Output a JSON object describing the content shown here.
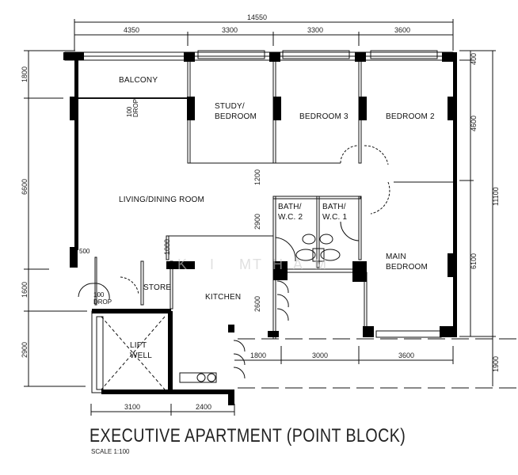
{
  "title": "EXECUTIVE APARTMENT  (POINT BLOCK)",
  "scale": "SCALE 1:100",
  "watermark": [
    "K",
    "I",
    "M",
    "T",
    "H",
    "A",
    "M"
  ],
  "rooms": {
    "balcony": "BALCONY",
    "study_line1": "STUDY/",
    "study_line2": "BEDROOM",
    "bedroom3": "BEDROOM  3",
    "bedroom2": "BEDROOM  2",
    "living": "LIVING/DINING  ROOM",
    "bath2_line1": "BATH/",
    "bath2_line2": "W.C.  2",
    "bath1_line1": "BATH/",
    "bath1_line2": "W.C.  1",
    "main_line1": "MAIN",
    "main_line2": "BEDROOM",
    "store": "STORE",
    "kitchen": "KITCHEN",
    "lift_line1": "LIFT",
    "lift_line2": "WELL"
  },
  "notes": {
    "balcony_drop_num": "100",
    "balcony_drop_label": "DROP",
    "entry_drop_num": "100",
    "entry_drop_label": "DROP",
    "d500": "500"
  },
  "dimensions": {
    "top_total": "14550",
    "top": [
      "4350",
      "3300",
      "3300",
      "3600"
    ],
    "left": [
      "1800",
      "6600",
      "1600",
      "2900"
    ],
    "right_inner": [
      "400",
      "4600",
      "6100"
    ],
    "right_total": "11100",
    "right_bottom": "1900",
    "inner_vertical": [
      "1200",
      "2900",
      "2600"
    ],
    "kitchen_1000": "1000",
    "bottom_right": [
      "1800",
      "3000",
      "3600"
    ],
    "bottom_left": [
      "3100",
      "2400"
    ]
  }
}
